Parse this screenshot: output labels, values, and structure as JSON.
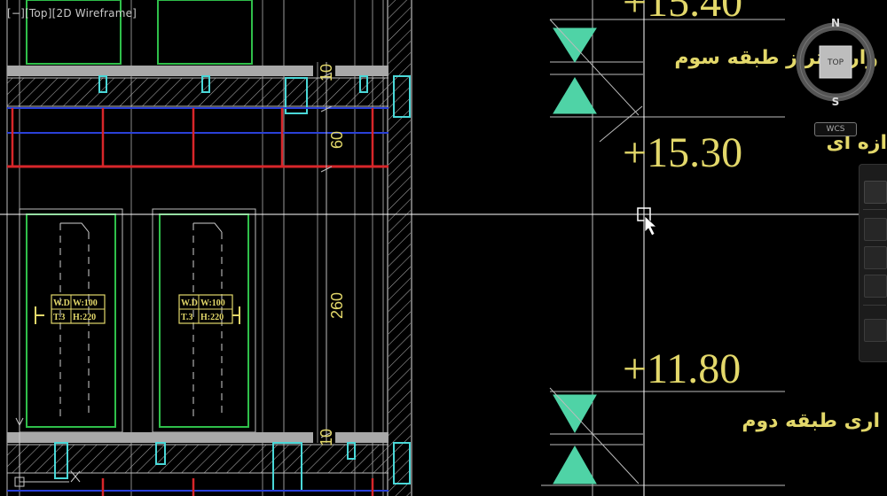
{
  "viewport": {
    "label": "[−][Top][2D Wireframe]"
  },
  "drawing": {
    "elevations": [
      "+15.40",
      "+15.30",
      "+11.80"
    ],
    "dims": [
      "10",
      "60",
      "260",
      "10"
    ],
    "window_tags": [
      {
        "wd": "W.D",
        "w": "W:100",
        "t": "T.3",
        "h": "H:220"
      },
      {
        "wd": "W.D",
        "w": "W:100",
        "t": "T.3",
        "h": "H:220"
      }
    ],
    "notes": [
      "واری تراز طبقه سوم",
      "ازه ای",
      "اری طبقه دوم"
    ]
  },
  "viewcube": {
    "north": "N",
    "south": "S",
    "face": "TOP",
    "wcs": "WCS"
  },
  "colors": {
    "background": "#000000",
    "dim_text": "#e3d86a",
    "green_lines": "#2fbf4a",
    "hatch": "#a8a8a8",
    "red": "#d8262a",
    "blue": "#2a40d8",
    "cyan": "#4ad8d8",
    "teal_fill": "#4fd3a6"
  }
}
